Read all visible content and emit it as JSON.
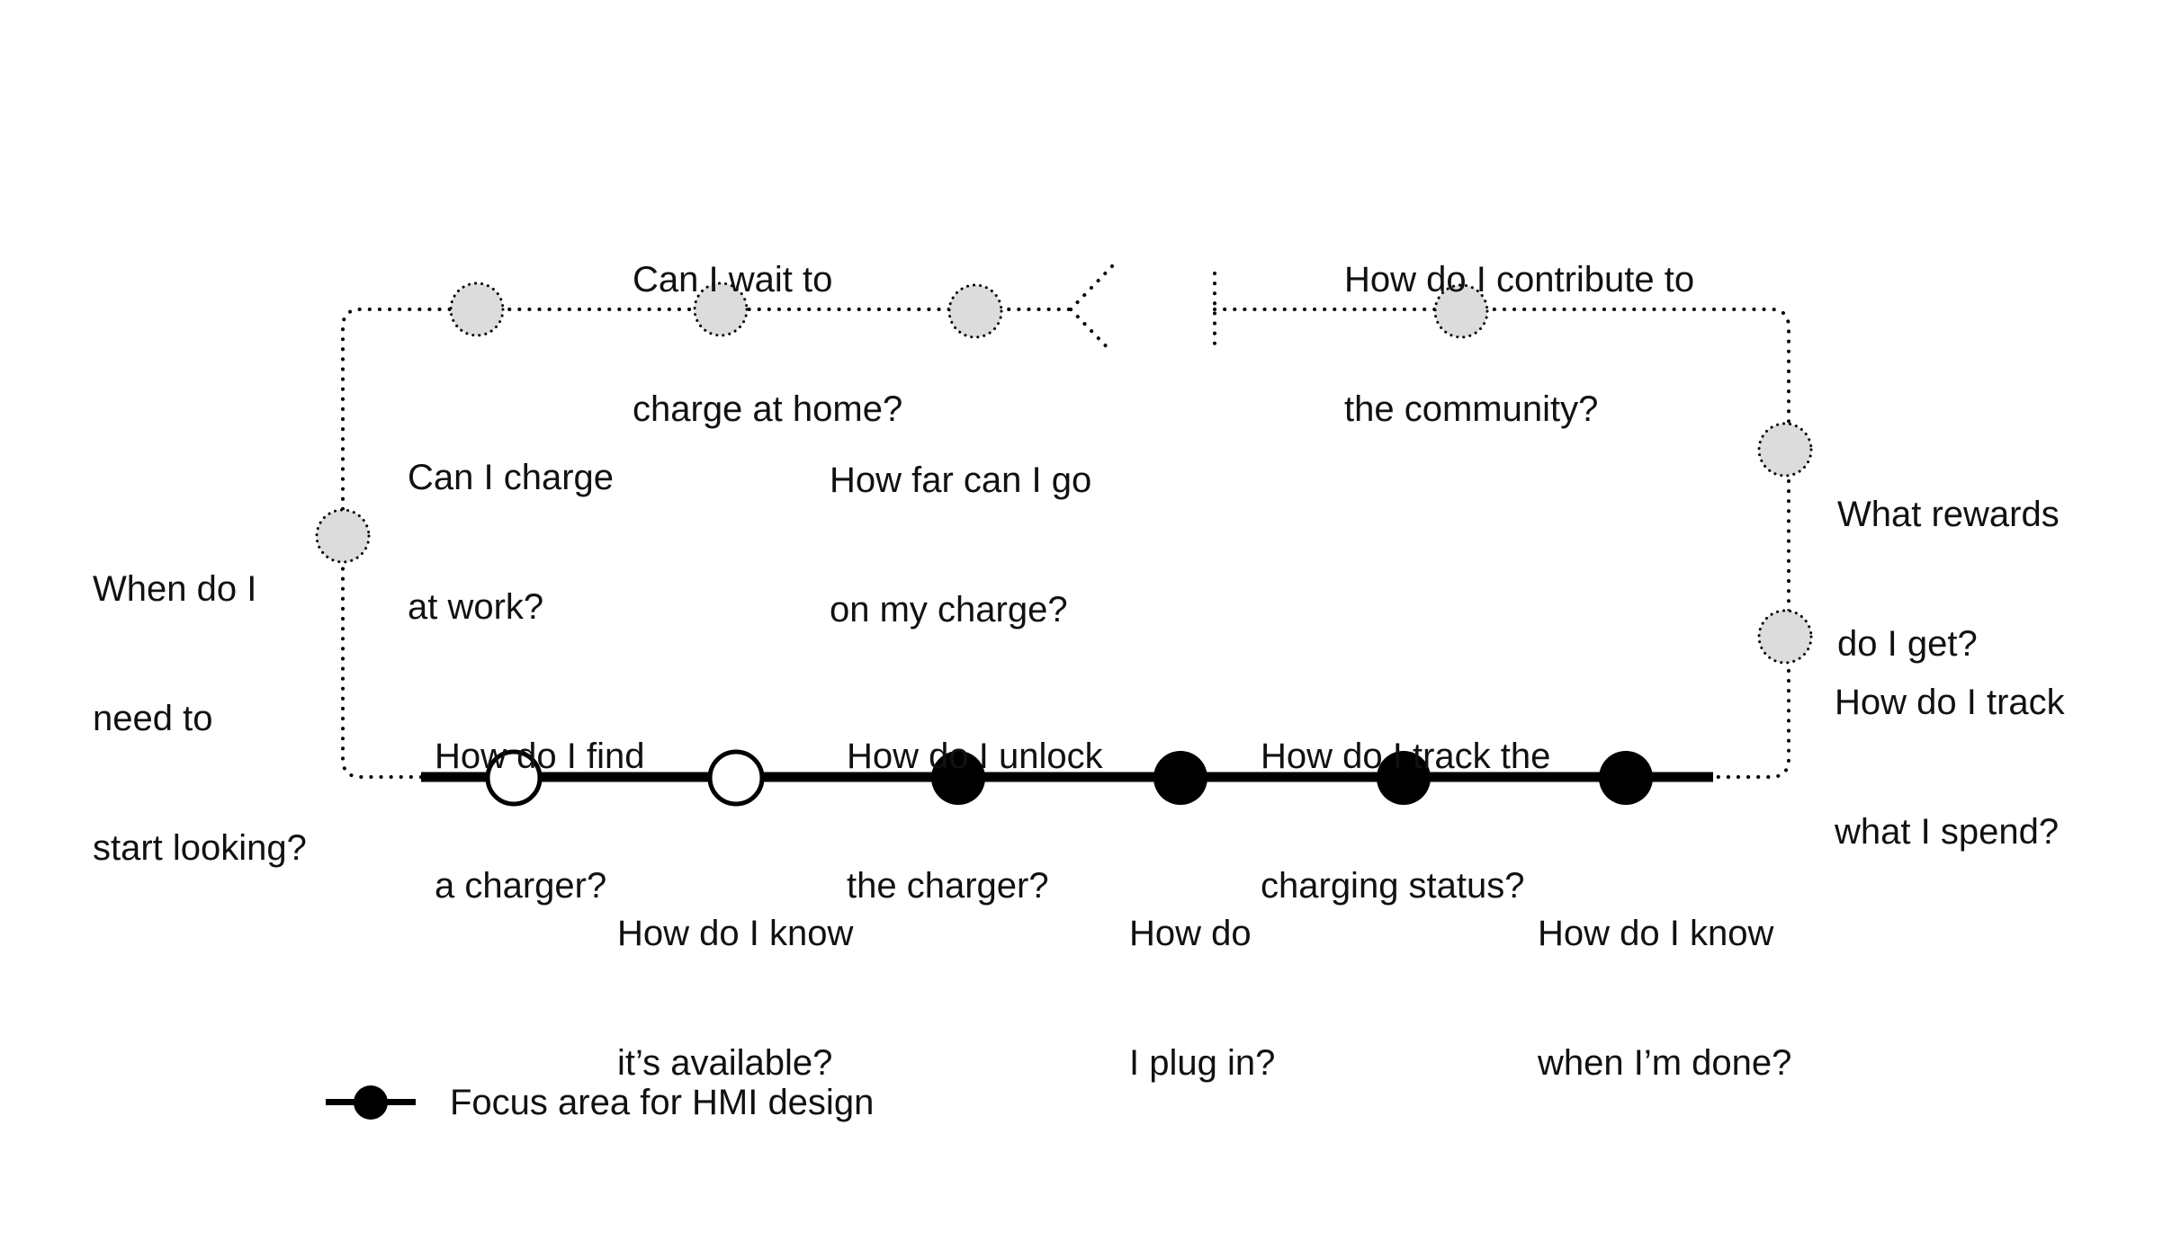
{
  "colors": {
    "ink": "#000000",
    "text": "#111111",
    "pending_node_fill": "#dcdcdc",
    "hollow_node_fill": "#ffffff"
  },
  "labels": {
    "start_looking": [
      "When do I",
      "need to",
      "start looking?"
    ],
    "charge_at_work": [
      "Can I charge",
      "at work?"
    ],
    "wait_home": [
      "Can I wait to",
      "charge at home?"
    ],
    "how_far": [
      "How far can I go",
      "on my charge?"
    ],
    "contribute": [
      "How do I contribute to",
      "the community?"
    ],
    "rewards": [
      "What rewards",
      "do I get?"
    ],
    "track_spend": [
      "How do I track",
      "what I spend?"
    ],
    "find_charger": [
      "How do I find",
      "a charger?"
    ],
    "available": [
      "How do I know",
      "it’s available?"
    ],
    "unlock": [
      "How do I unlock",
      "the charger?"
    ],
    "plug_in": [
      "How do",
      "I plug in?"
    ],
    "track_status": [
      "How do I track the",
      "charging status?"
    ],
    "when_done": [
      "How do I know",
      "when I’m done?"
    ]
  },
  "legend": {
    "label": "Focus area for HMI design"
  }
}
